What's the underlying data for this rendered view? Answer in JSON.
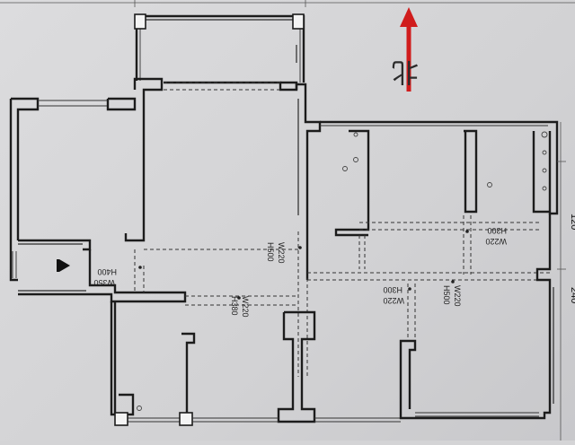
{
  "compass": {
    "label": "北",
    "arrow_color": "#d01c1c"
  },
  "dimensions": {
    "right_upper": "120",
    "right_lower": "240"
  },
  "beam_labels": [
    {
      "id": "beam-left",
      "width": "W350",
      "height": "H400"
    },
    {
      "id": "beam-center",
      "width": "W220",
      "height": "H500"
    },
    {
      "id": "beam-center-lower",
      "width": "W220",
      "height": "H380"
    },
    {
      "id": "beam-right-upper",
      "width": "W220",
      "height": "H300"
    },
    {
      "id": "beam-right-lower-a",
      "width": "W220",
      "height": "H300"
    },
    {
      "id": "beam-right-lower-b",
      "width": "W220",
      "height": "H500"
    }
  ],
  "entrance_icon": "entrance-arrow-icon"
}
